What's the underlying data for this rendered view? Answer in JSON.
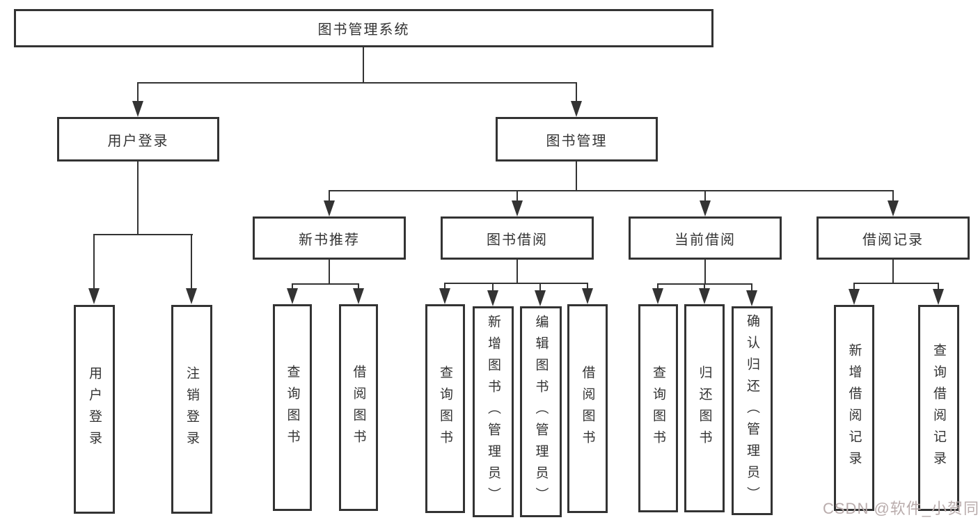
{
  "diagram": {
    "root": {
      "label": "图书管理系统"
    },
    "level1": [
      {
        "label": "用户登录"
      },
      {
        "label": "图书管理"
      }
    ],
    "level2": [
      {
        "label": "新书推荐"
      },
      {
        "label": "图书借阅"
      },
      {
        "label": "当前借阅"
      },
      {
        "label": "借阅记录"
      }
    ],
    "leaves": {
      "login": [
        "用户登录",
        "注销登录"
      ],
      "recommend": [
        "查询图书",
        "借阅图书"
      ],
      "borrow": [
        "查询图书",
        "新增图书（管理员）",
        "编辑图书（管理员）",
        "借阅图书"
      ],
      "current": [
        "查询图书",
        "归还图书",
        "确认归还（管理员）"
      ],
      "records": [
        "新增借阅记录",
        "查询借阅记录"
      ]
    }
  },
  "watermark": {
    "text": "CSDN @软件_小贺同学"
  },
  "colors": {
    "line": "#333333",
    "watermark": "#b9acac",
    "background": "#ffffff"
  }
}
